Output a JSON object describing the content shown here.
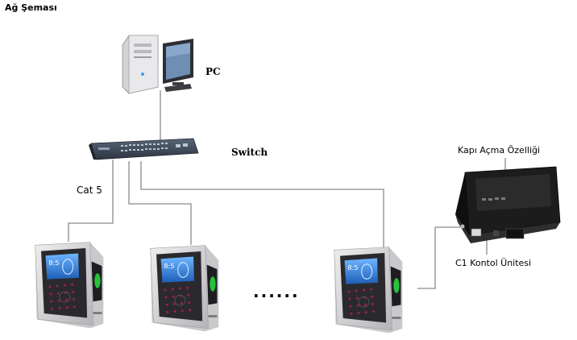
{
  "title": "Ağ Şeması",
  "labels": {
    "pc": "PC",
    "switch": "Switch",
    "cable": "Cat 5",
    "door_feature": "Kapı Açma Özelliği",
    "control_unit": "C1 Kontol Ünitesi"
  },
  "ellipsis": "......",
  "colors": {
    "line": "#8a8a8a",
    "device_body": "#d7d7d9",
    "device_face": "#2a2a2e",
    "device_screen": "#2f7fd8",
    "fingerprint_green": "#27c23a",
    "switch_body": "#3f4a5a",
    "control_box": "#262626"
  },
  "icons": [
    "desktop-pc-icon",
    "network-switch-icon",
    "face-terminal-icon",
    "control-unit-icon"
  ]
}
